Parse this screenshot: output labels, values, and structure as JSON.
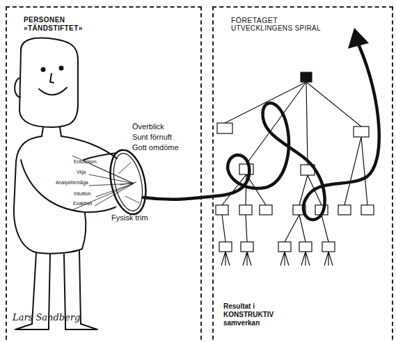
{
  "diagram": {
    "nodes": [
      {
        "text": [
          "PERSONEN",
          "»TÄNDSTIFTET»"
        ]
      },
      {
        "text": [
          "FÖRETAGET",
          "UTVECKLINGENS SPIRAL",
          "Resultat i KONSTRUKTIV samverkan"
        ]
      }
    ],
    "labels": [
      "Överblick",
      "Sunt förnuft",
      "Gott omdöme",
      "Entusiasm",
      "Vilja",
      "Analysförmåga",
      "Intuition",
      "Exakthet",
      "Fysisk trim",
      "Lars Sandberg"
    ]
  }
}
